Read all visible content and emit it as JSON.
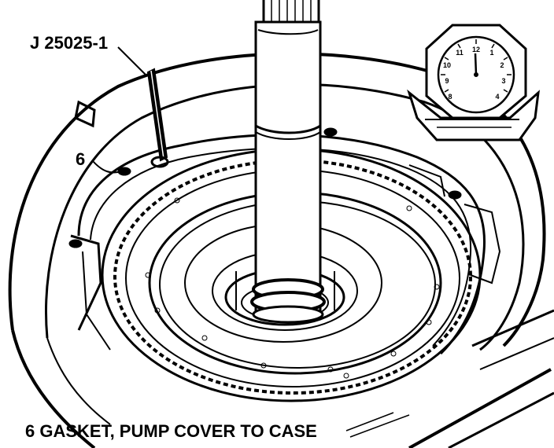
{
  "labels": {
    "tool": "J 25025-1",
    "callout": "6",
    "caption": "6  GASKET, PUMP COVER TO CASE"
  },
  "dial": {
    "numbers": [
      "12",
      "1",
      "2",
      "3",
      "4",
      "8",
      "9",
      "10",
      "11"
    ]
  },
  "colors": {
    "ink": "#000000",
    "paper": "#ffffff"
  }
}
